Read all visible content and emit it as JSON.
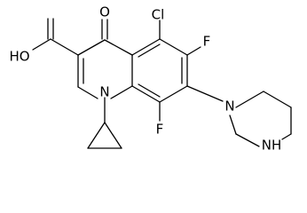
{
  "structure": {
    "atoms": {
      "cl": "Cl",
      "o_ketone": "O",
      "hydroxyl": "HO",
      "f_upper": "F",
      "f_lower": "F",
      "n_quinolone": "N",
      "n_piperazine": "N",
      "nh_piperazine": "NH"
    },
    "colors": {
      "bond": "#000000",
      "label": "#000000",
      "background": "#ffffff"
    }
  }
}
